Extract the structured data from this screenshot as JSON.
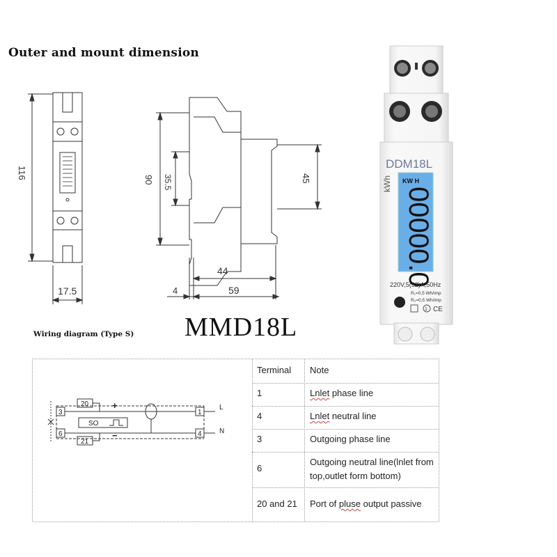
{
  "heading": "Outer and mount dimension",
  "front_view": {
    "height_label": "116",
    "width_label": "17.5"
  },
  "side_view": {
    "height_label": "90",
    "inner_label": "35.5",
    "right_label": "45",
    "depth_label": "44",
    "total_label": "59",
    "offset_label": "4"
  },
  "product": {
    "brand": "DDM18L",
    "lcd_unit_left": "kWh",
    "lcd_unit_top": "KW H",
    "lcd_digits": "00000.0",
    "rating": "220V,5(32)A,50Hz",
    "spec_1": "R₁=0,5 Wh/imp",
    "spec_2": "R₂=0,5 Wh/imp",
    "mark_1": "1",
    "mark_2": "CE"
  },
  "model": "MMD18L",
  "wiring_title": "Wiring diagram (Type S)",
  "diagram": {
    "t20": "20",
    "t21": "21",
    "t3": "3",
    "t6": "6",
    "t1": "1",
    "t4": "4",
    "so": "SO",
    "plus": "+",
    "minus": "−",
    "L": "L",
    "N": "N"
  },
  "table": {
    "header": {
      "terminal": "Terminal",
      "note": "Note"
    },
    "rows": [
      {
        "terminal": "1",
        "note_a": "Lnlet",
        "note_b": " phase line"
      },
      {
        "terminal": "4",
        "note_a": "Lnlet",
        "note_b": " neutral line"
      },
      {
        "terminal": "3",
        "note_a": "",
        "note_b": "Outgoing phase line"
      },
      {
        "terminal": "6",
        "note_a": "",
        "note_b": "Outgoing neutral line(lnlet from top,outlet form bottom)"
      },
      {
        "terminal": "20 and 21",
        "note_pre": "Port of ",
        "note_a": "pluse",
        "note_b": " output passive"
      }
    ]
  }
}
